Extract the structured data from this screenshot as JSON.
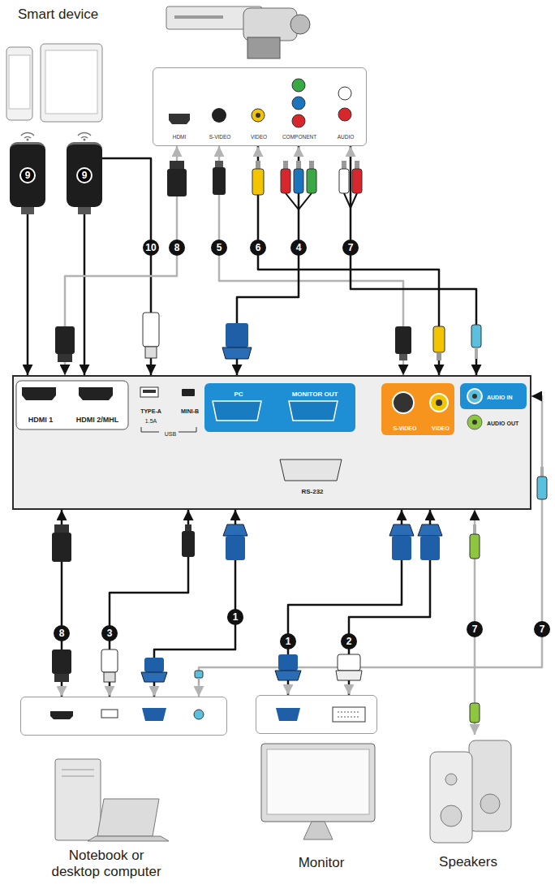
{
  "diagram": {
    "nodes": [
      {
        "text": [
          "Smart device"
        ]
      },
      {
        "text": [
          "HDMI",
          "S-VIDEO",
          "VIDEO",
          "COMPONENT",
          "AUDIO"
        ]
      },
      {
        "text": [
          "9"
        ]
      },
      {
        "text": [
          "9"
        ]
      },
      {
        "text": [
          "HDMI 1",
          "HDMI 2/MHL",
          "TYPE-A",
          "1.5A",
          "MINI-B",
          "USB",
          "PC",
          "MONITOR OUT",
          "RS-232",
          "S-VIDEO",
          "VIDEO",
          "AUDIO IN",
          "AUDIO OUT"
        ]
      },
      {
        "text": [
          "Notebook or desktop computer"
        ]
      },
      {
        "text": [
          "Monitor"
        ]
      },
      {
        "text": [
          "Speakers"
        ]
      }
    ],
    "edges": [
      {
        "from": 2,
        "to": 4,
        "arrow": "to"
      },
      {
        "from": 3,
        "to": 4,
        "arrow": "to"
      },
      {
        "from": 3,
        "to": 4,
        "label": "10",
        "arrow": "to"
      },
      {
        "from": 1,
        "to": 4,
        "label": "8",
        "arrow": "both"
      },
      {
        "from": 1,
        "to": 4,
        "label": "5",
        "arrow": "both"
      },
      {
        "from": 1,
        "to": 4,
        "label": "6",
        "arrow": "both"
      },
      {
        "from": 1,
        "to": 4,
        "label": "4",
        "arrow": "both"
      },
      {
        "from": 1,
        "to": 4,
        "label": "7",
        "arrow": "both"
      },
      {
        "from": 5,
        "to": 4,
        "label": "8",
        "arrow": "both"
      },
      {
        "from": 5,
        "to": 4,
        "label": "3",
        "arrow": "both"
      },
      {
        "from": 5,
        "to": 4,
        "label": "1",
        "arrow": "both"
      },
      {
        "from": 5,
        "to": 4,
        "label": "7",
        "arrow": "both"
      },
      {
        "from": 4,
        "to": 6,
        "label": "1",
        "arrow": "both"
      },
      {
        "from": 4,
        "to": 6,
        "label": "2",
        "arrow": "both"
      },
      {
        "from": 4,
        "to": 7,
        "label": "7",
        "arrow": "both"
      }
    ]
  }
}
